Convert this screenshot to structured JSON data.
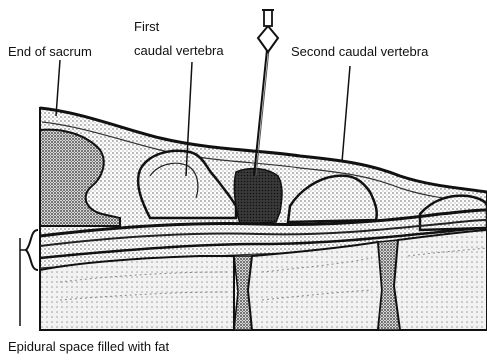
{
  "diagram": {
    "labels": {
      "end_of_sacrum": "End of sacrum",
      "first_caudal_line1": "First",
      "first_caudal_line2": "caudal vertebra",
      "second_caudal": "Second caudal vertebra",
      "epidural_space": "Epidural space filled with fat"
    },
    "colors": {
      "ink": "#111111",
      "stipple": "#9a9a9a",
      "fat_dark": "#2a2a2a",
      "background": "#ffffff"
    },
    "icons": [
      "syringe-needle-icon"
    ]
  }
}
